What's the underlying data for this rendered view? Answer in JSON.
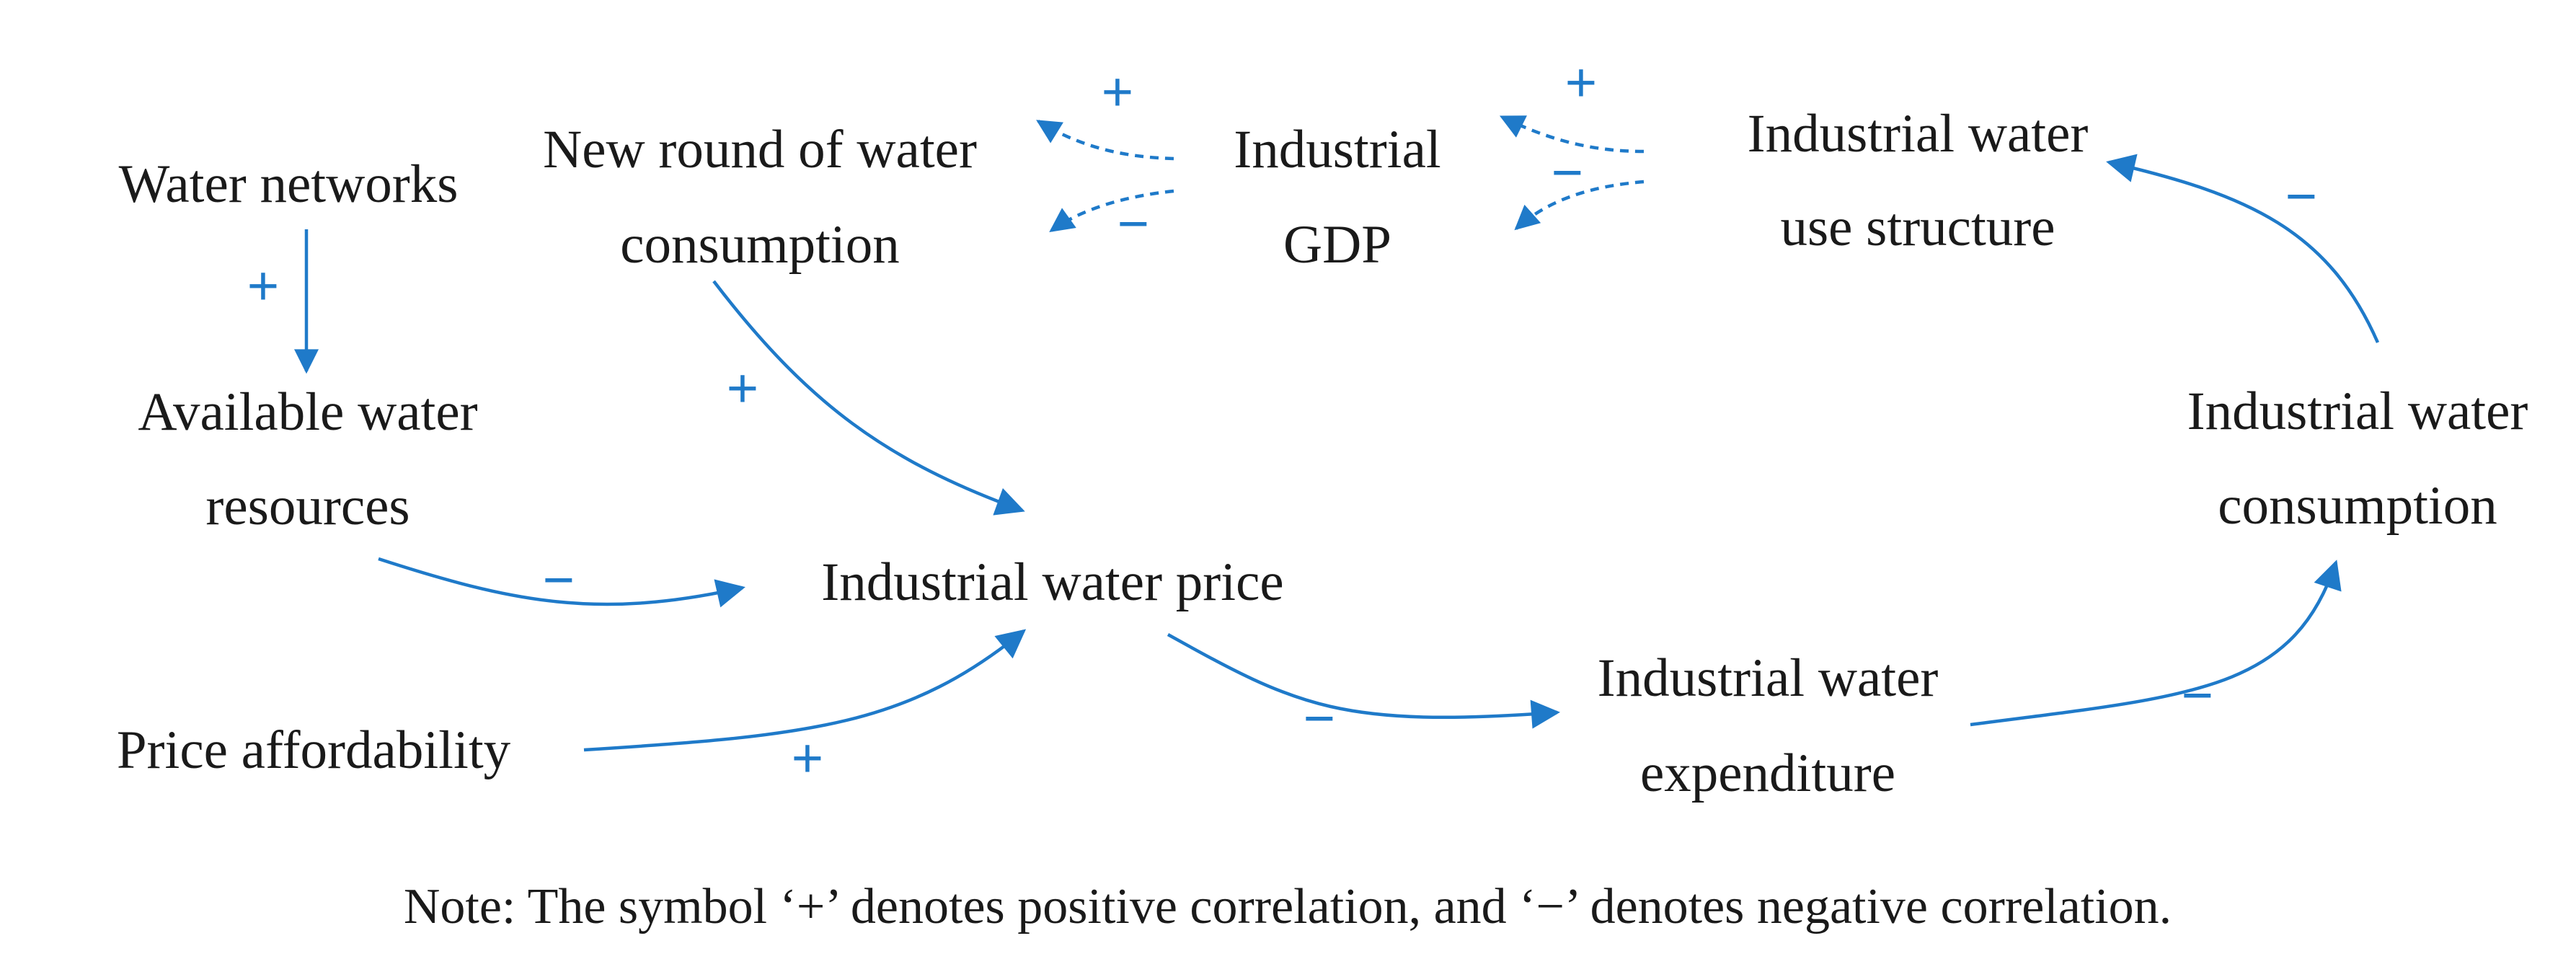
{
  "nodes": {
    "water_networks": "Water networks",
    "available_water_resources": [
      "Available water",
      "resources"
    ],
    "price_affordability": "Price affordability",
    "new_round": [
      "New round of water",
      "consumption"
    ],
    "industrial_gdp": [
      "Industrial",
      "GDP"
    ],
    "industrial_water_use_structure": [
      "Industrial water",
      "use structure"
    ],
    "industrial_water_price": "Industrial water price",
    "industrial_water_expenditure": [
      "Industrial water",
      "expenditure"
    ],
    "industrial_water_consumption": [
      "Industrial water",
      "consumption"
    ]
  },
  "signs": {
    "water_networks_to_available": "+",
    "new_round_to_price": "+",
    "available_to_price": "−",
    "affordability_to_price": "+",
    "price_to_expenditure": "−",
    "expenditure_to_consumption": "−",
    "consumption_to_structure": "−",
    "gdp_to_new_round_upper": "+",
    "gdp_to_new_round_lower": "−",
    "structure_to_gdp_upper": "+",
    "structure_to_gdp_lower": "−"
  },
  "note": "Note: The symbol ‘+’ denotes positive correlation, and ‘−’ denotes negative correlation.",
  "colors": {
    "arrow": "#1f7ac9",
    "text": "#1a1a1a"
  }
}
